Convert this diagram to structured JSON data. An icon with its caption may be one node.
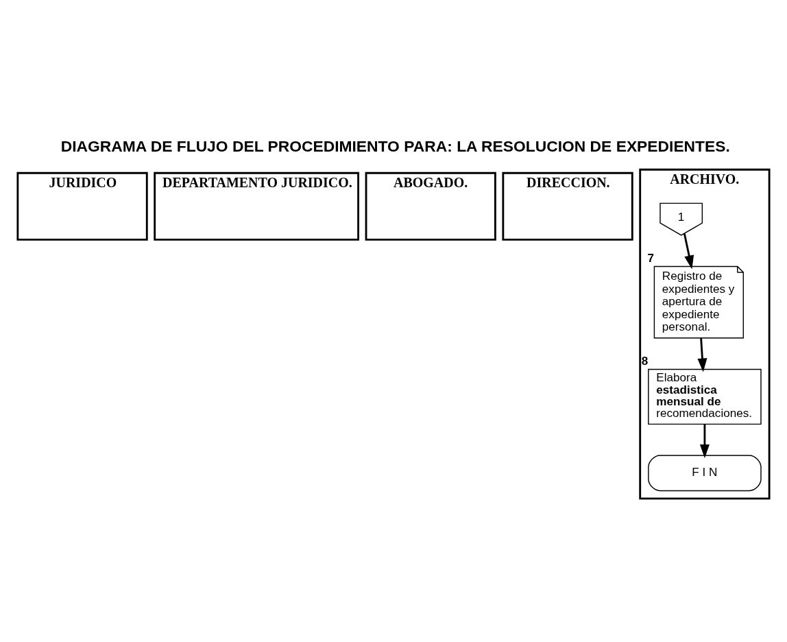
{
  "diagram": {
    "title": "DIAGRAMA DE FLUJO DEL PROCEDIMIENTO PARA: LA RESOLUCION DE EXPEDIENTES.",
    "nodes": [
      {
        "text": [
          "JURIDICO"
        ]
      },
      {
        "text": [
          "DEPARTAMENTO JURIDICO."
        ]
      },
      {
        "text": [
          "ABOGADO."
        ]
      },
      {
        "text": [
          "DIRECCION."
        ]
      },
      {
        "text": [
          "ARCHIVO."
        ]
      },
      {
        "text": [
          "1"
        ],
        "in": 4
      },
      {
        "text": [
          "Registro de expedientes y apertura de expediente personal."
        ],
        "in": 4,
        "beside": [
          "7"
        ]
      },
      {
        "text": [
          "Elabora **estadistica mensual de** recomendaciones."
        ],
        "in": 4,
        "beside": [
          "8"
        ]
      },
      {
        "text": [
          "F I N"
        ],
        "in": 4
      }
    ],
    "edges": [
      {
        "from": 5,
        "to": 6,
        "arrow": "to"
      },
      {
        "from": 6,
        "to": 7,
        "arrow": "to"
      },
      {
        "from": 7,
        "to": 8,
        "arrow": "to"
      }
    ]
  }
}
